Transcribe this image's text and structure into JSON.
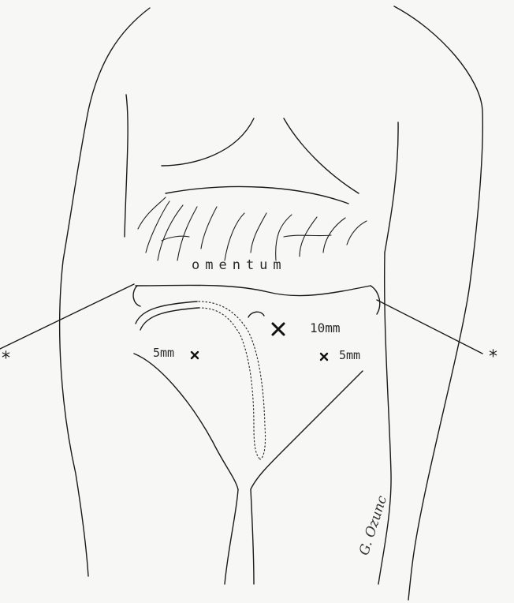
{
  "diagram": {
    "labels": {
      "omentum": "omentum",
      "port_10mm": "10mm",
      "port_5mm_left": "5mm",
      "port_5mm_right": "5mm",
      "marker_left": "*",
      "marker_right": "*"
    },
    "signature": "G. Ozunc",
    "colors": {
      "paper": "#f7f7f5",
      "ink": "#1a1a1a"
    },
    "icons": [
      "port-large-x-icon",
      "port-small-x-icon",
      "retraction-suture-star-icon"
    ]
  }
}
